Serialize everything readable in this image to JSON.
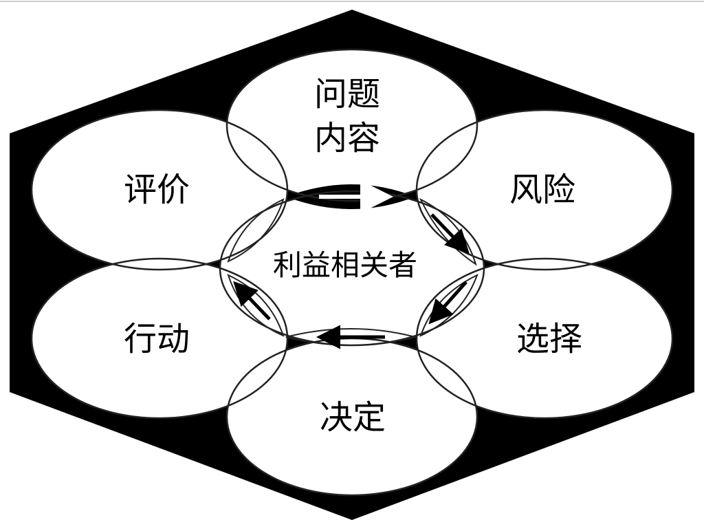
{
  "diagram": {
    "center_label": "利益相关者",
    "nodes": {
      "top_line1": "问题",
      "top_line2": "内容",
      "upper_right": "风险",
      "lower_right": "选择",
      "bottom": "决定",
      "lower_left": "行动",
      "upper_left": "评价"
    }
  }
}
